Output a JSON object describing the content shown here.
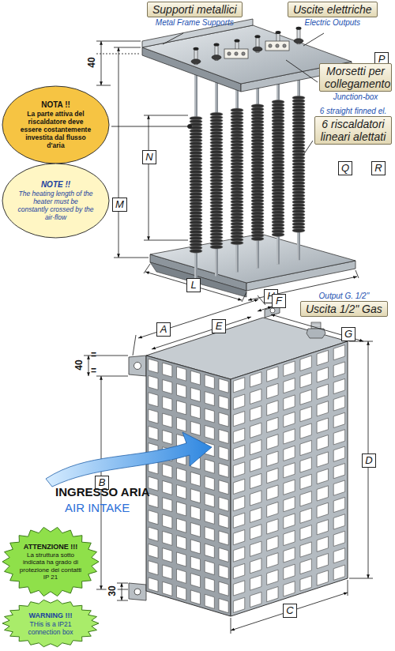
{
  "diagram": {
    "nodes": [
      {
        "text": [
          "Supporti metallici",
          "Metal Frame Supports"
        ]
      },
      {
        "text": [
          "Uscite elettriche",
          "Electric Outputs"
        ]
      },
      {
        "text": [
          "P"
        ]
      },
      {
        "text": [
          "Morsetti per collegamento",
          "Junction-box"
        ]
      },
      {
        "text": [
          "6 straight finned el.",
          "6 riscaldatori lineari alettati"
        ]
      },
      {
        "text": [
          "Q"
        ]
      },
      {
        "text": [
          "R"
        ]
      },
      {
        "text": [
          "NOTA !!",
          "La parte attiva del riscaldatore deve essere costantemente investita dal flusso d'aria"
        ]
      },
      {
        "text": [
          "NOTE !!",
          "The heating length of the heater must be constantly crossed by the air-flow"
        ]
      },
      {
        "text": [
          "M"
        ]
      },
      {
        "text": [
          "N"
        ]
      },
      {
        "text": [
          "L"
        ]
      },
      {
        "text": [
          "H"
        ]
      },
      {
        "text": [
          "Output G. 1/2\"",
          "Uscita 1/2\" Gas"
        ]
      },
      {
        "text": [
          "F"
        ]
      },
      {
        "text": [
          "A"
        ]
      },
      {
        "text": [
          "E"
        ]
      },
      {
        "text": [
          "G"
        ]
      },
      {
        "text": [
          "B"
        ]
      },
      {
        "text": [
          "D"
        ]
      },
      {
        "text": [
          "ATTENZIONE !!!",
          "La struttura sotto indicata ha grado di protezione dei contatti IP 21"
        ]
      },
      {
        "text": [
          "WARNING !!!",
          "THis is a IP21 connection box"
        ]
      },
      {
        "text": [
          "C"
        ]
      }
    ],
    "labels": [
      "40",
      "40",
      "=",
      "=",
      "INGRESSO ARIA",
      "AIR INTAKE",
      "30"
    ]
  }
}
